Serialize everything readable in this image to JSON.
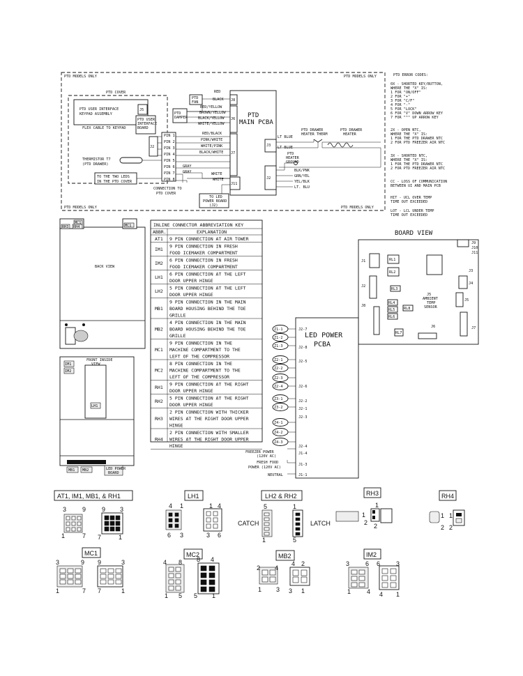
{
  "ptd": {
    "models_only": "PTD MODELS ONLY",
    "cover": "PTD COVER",
    "ui_keypad": [
      "PTD USER INTERFACE",
      "KEYPAD ASSEMBLY"
    ],
    "j5": "J5",
    "flex_cable": "FLEX CABLE TO KEYPAD",
    "ui_board": [
      "PTD USER",
      "INTERFACE",
      "BOARD"
    ],
    "j2": "J2",
    "fan": [
      "PTD",
      "FAN"
    ],
    "damper": [
      "PTD",
      "DAMPER"
    ],
    "main_pcba": [
      "PTD",
      "MAIN PCBA"
    ],
    "wires": [
      "RED",
      "BLACK",
      "RED/YELLOW",
      "BROWN/YELLOW",
      "BLACK/YELLOW",
      "WHITE/YELLOW",
      "RED/BLACK",
      "PINK/WHITE",
      "WHITE/PINK",
      "BLACK/WHITE",
      "GRAY",
      "GRAY",
      "WHITE",
      "WHITE"
    ],
    "pins": [
      "PIN 1",
      "PIN 2",
      "PIN 3",
      "PIN 4",
      "PIN 5",
      "PIN 6",
      "PIN 7",
      "PIN 8"
    ],
    "jacks": [
      "J8",
      "J6",
      "J7",
      "J11",
      "J3",
      "J2"
    ],
    "thermistor": [
      "THERMISTOR T7",
      "(PTD DRAWER)"
    ],
    "leds": [
      "TO THE TWO LEDS",
      "IN THE PTD COVER"
    ],
    "connection_cover": [
      "CONNECTION TO",
      "PTD COVER"
    ],
    "led_board": [
      "TO LED",
      "POWER BOARD",
      "(J2)"
    ],
    "lt_blue": "LT BLUE",
    "heater_therm": [
      "PTD DRAWER",
      "HEATER THERM"
    ],
    "drawer_heater": [
      "PTD DRAWER",
      "HEATER"
    ],
    "heater_ground": [
      "PTD",
      "HEATER",
      "GROUND"
    ],
    "j2_wires": [
      "BLK/PNK",
      "GRN/YEL",
      "YEL/BLK",
      "LT. BLU"
    ]
  },
  "error_codes": {
    "title": "PTD ERROR CODES:",
    "lines": [
      "0X - SHORTED KEY/BUTTON,",
      "     WHERE THE \"X\" IS:",
      "  1 FOR \"ON/OFF\"",
      "  2 FOR \"+\"",
      "  3 FOR \"C/F\"",
      "  4 FOR \"-\"",
      "  5 FOR \"LOCK\"",
      "  6 FOR \"V\" DOWN ARROW KEY",
      "  7 FOR \"^\" UP ARROW KEY",
      "",
      "2X - OPEN NTC,",
      "     WHERE THE \"X\" IS:",
      "  1 FOR THE PTD DRAWER NTC",
      "  2 FOR PTD FREEZER AIR NTC",
      "",
      "3X - SHORTED NTC,",
      "     WHERE THE \"X\" IS:",
      "  1 FOR THE PTD DRAWER NTC",
      "  2 FOR PTD FREEZER AIR NTC",
      "",
      "CC - LOSS OF COMMUNICATION",
      "     BETWEEN UI AND MAIN PCB",
      "",
      "HIT - UCL OVER TEMP",
      "      TIME OUT EXCEEDED",
      "",
      "LOT - LCL UNDER TEMP",
      "      TIME OUT EXCEEDED"
    ]
  },
  "back": {
    "tags": [
      "MC1",
      "RH3",
      "RH4"
    ],
    "label": "BACK VIEW"
  },
  "front": {
    "tags": [
      "IM1",
      "IM2"
    ],
    "label": [
      "FRONT INSIDE",
      "VIEW"
    ],
    "tag_mid": "LH1",
    "bottom_tags": [
      "MB1",
      "MB2"
    ],
    "led_board": [
      "LED POWER",
      "BOARD"
    ]
  },
  "key": {
    "title": "INLINE CONNECTOR ABBREVIATION KEY",
    "col1": "ABBR.",
    "col2": "EXPLANATION",
    "rows": [
      {
        "abbr": "AT1",
        "lines": [
          "9 PIN CONNECTION AT AIR TOWER"
        ]
      },
      {
        "abbr": "IM1",
        "lines": [
          "9 PIN CONNECTION IN FRESH",
          "FOOD ICEMAKER COMPARTMENT"
        ]
      },
      {
        "abbr": "IM2",
        "lines": [
          "6 PIN CONNECTION IN FRESH",
          "FOOD ICEMAKER COMPARTMENT"
        ]
      },
      {
        "abbr": "LH1",
        "lines": [
          "6 PIN CONNECTION AT THE LEFT",
          "DOOR UPPER HINGE"
        ]
      },
      {
        "abbr": "LH2",
        "lines": [
          "5 PIN CONNECTION AT THE LEFT",
          "DOOR UPPER HINGE"
        ]
      },
      {
        "abbr": "MB1",
        "lines": [
          "9 PIN CONNECTION IN THE MAIN",
          "BOARD HOUSING BEHIND THE TOE",
          "GRILLE"
        ]
      },
      {
        "abbr": "MB2",
        "lines": [
          "4 PIN CONNECTION IN THE MAIN",
          "BOARD HOUSING BEHIND THE TOE",
          "GRILLE"
        ]
      },
      {
        "abbr": "MC1",
        "lines": [
          "9 PIN CONNECTION IN THE",
          "MACHINE COMPARTMENT TO THE",
          "LEFT OF THE COMPRESSOR"
        ]
      },
      {
        "abbr": "MC2",
        "lines": [
          "8 PIN CONNECTION IN THE",
          "MACHINE COMPARTMENT TO THE",
          "LEFT OF THE COMPRESSOR"
        ]
      },
      {
        "abbr": "RH1",
        "lines": [
          "9 PIN CONNECTION AT THE RIGHT",
          "DOOR UPPER HINGE"
        ]
      },
      {
        "abbr": "RH2",
        "lines": [
          "5 PIN CONNECTION AT THE RIGHT",
          "DOOR UPPER HINGE"
        ]
      },
      {
        "abbr": "RH3",
        "lines": [
          "2 PIN CONNECTION WITH THICKER",
          "WIRES AT THE RIGHT DOOR UPPER",
          "HINGE"
        ]
      },
      {
        "abbr": "RH4",
        "lines": [
          "2 PIN CONNECTION WITH SMALLER",
          "WIRES AT THE RIGHT DOOR UPPER",
          "HINGE"
        ]
      }
    ]
  },
  "board_view": {
    "title": "BOARD VIEW",
    "labels": [
      "J9",
      "J10",
      "J11",
      "RL1",
      "RL2",
      "J1",
      "J2",
      "J3",
      "J4",
      "J5",
      "J6",
      "J7",
      "J8",
      "RL3",
      "RL4",
      "RL5",
      "RL6",
      "RL7",
      "RL8"
    ],
    "sensor": [
      "J5",
      "AMBIENT",
      "TEMP",
      "SENSOR"
    ]
  },
  "led_pcba": {
    "title": [
      "LED POWER",
      "PCBA"
    ],
    "ovals": [
      "Z1-1",
      "Z1-2",
      "Z1-3",
      "Z2-1",
      "Z2-2",
      "Z2-3",
      "Z2-4",
      "Z3-1",
      "Z3-2",
      "Z4-1",
      "Z4-2",
      "Z4-3"
    ],
    "jacks": [
      "J2-7",
      "J2-8",
      "J2-5",
      "J2-6",
      "J2-2",
      "J2-1",
      "J2-3",
      "J2-4",
      "J1-4",
      "J1-3",
      "J1-1"
    ],
    "freezer_power": [
      "FREEZER POWER",
      "(120V AC)"
    ],
    "fresh_power": [
      "FRESH FOOD",
      "POWER (120V AC)"
    ],
    "neutral": "NEUTRAL"
  },
  "connectors": {
    "at1_title": "AT1, IM1, MB1, & RH1",
    "lh1_title": "LH1",
    "lh2_title": "LH2 & RH2",
    "rh3_title": "RH3",
    "rh4_title": "RH4",
    "mc1_title": "MC1",
    "mc2_title": "MC2",
    "mb2_title": "MB2",
    "im2_title": "IM2",
    "catch": "CATCH",
    "latch": "LATCH",
    "nums": {
      "n1": "1",
      "n2": "2",
      "n3": "3",
      "n4": "4",
      "n5": "5",
      "n6": "6",
      "n7": "7",
      "n8": "8",
      "n9": "9"
    }
  }
}
